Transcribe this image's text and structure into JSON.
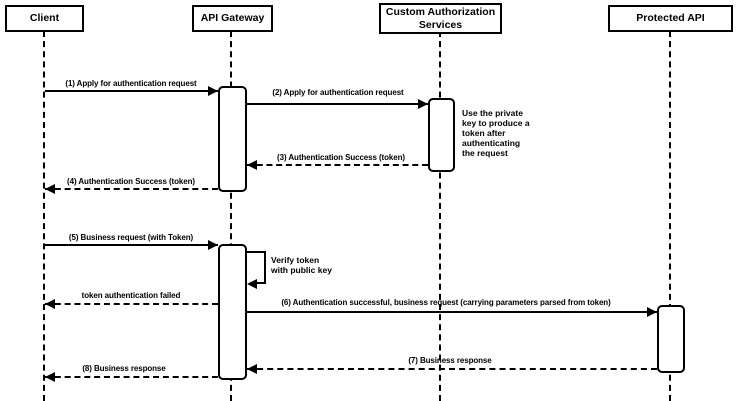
{
  "diagram_type": "sequence-diagram",
  "participants": [
    {
      "label": "Client"
    },
    {
      "label": "API Gateway"
    },
    {
      "label": "Custom Authorization Services"
    },
    {
      "label": "Protected API"
    }
  ],
  "messages": [
    {
      "label": "(1) Apply for authentication request",
      "from": "Client",
      "to": "API Gateway",
      "line": "solid"
    },
    {
      "label": "(2) Apply for authentication request",
      "from": "API Gateway",
      "to": "Custom Authorization Services",
      "line": "solid"
    },
    {
      "label": "(3) Authentication Success (token)",
      "from": "Custom Authorization Services",
      "to": "API Gateway",
      "line": "dashed"
    },
    {
      "label": "(4) Authentication Success (token)",
      "from": "API Gateway",
      "to": "Client",
      "line": "dashed"
    },
    {
      "label": "(5) Business request (with Token)",
      "from": "Client",
      "to": "API Gateway",
      "line": "solid"
    },
    {
      "label": "token authentication failed",
      "from": "API Gateway",
      "to": "Client",
      "line": "dashed"
    },
    {
      "label": "(6) Authentication successful, business request (carrying parameters parsed from token)",
      "from": "API Gateway",
      "to": "Protected API",
      "line": "solid"
    },
    {
      "label": "(7) Business response",
      "from": "Protected API",
      "to": "API Gateway",
      "line": "dashed"
    },
    {
      "label": "(8) Business response",
      "from": "API Gateway",
      "to": "Client",
      "line": "dashed"
    }
  ],
  "self_message": {
    "on": "API Gateway",
    "label_lines": [
      "Verify token",
      "with public key"
    ]
  },
  "note": {
    "attached_to": "Custom Authorization Services",
    "lines": [
      "Use the private",
      "key to produce a",
      "token after",
      "authenticating",
      "the request"
    ]
  },
  "colors": {
    "line": "#000000",
    "fill": "#ffffff",
    "text": "#000000"
  }
}
